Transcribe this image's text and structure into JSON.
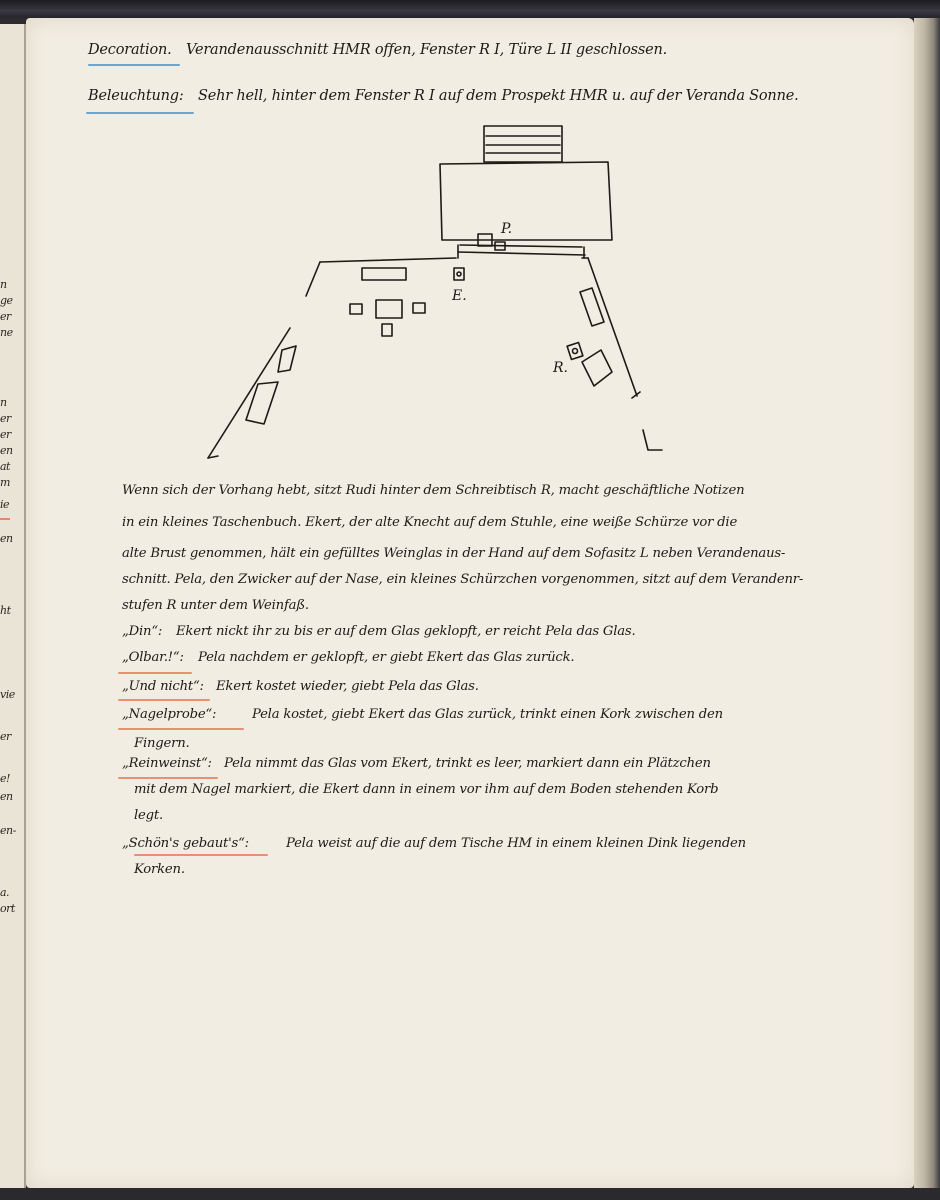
{
  "header": {
    "decoration_label": "Decoration.",
    "decoration_text": "Verandenausschnitt HMR offen, Fenster R I, Türe L II geschlossen.",
    "lighting_label": "Beleuchtung:",
    "lighting_text": "Sehr hell, hinter dem Fenster R I auf dem Prospekt HMR u. auf der Veranda Sonne."
  },
  "sketch": {
    "label_p": "P.",
    "label_e": "E.",
    "label_r": "R."
  },
  "body": {
    "lines": [
      "Wenn sich der Vorhang hebt, sitzt Rudi hinter dem Schreibtisch R, macht geschäftliche Notizen",
      "in ein kleines Taschenbuch. Ekert, der alte Knecht auf dem Stuhle, eine weiße Schürze vor die",
      "alte Brust genommen, hält ein gefülltes Weinglas in der Hand auf dem Sofasitz L neben Verandenaus-",
      "schnitt. Pela, den Zwicker auf der Nase, ein kleines Schürzchen vorgenommen, sitzt auf dem Verandenr-",
      "stufen R unter dem Weinfaß."
    ],
    "cues": [
      {
        "cue": "„Din“:",
        "text": "Ekert nickt ihr zu bis er auf dem Glas geklopft, er reicht Pela das Glas."
      },
      {
        "cue": "„Olbar.!“:",
        "text": "Pela nachdem er geklopft, er giebt Ekert das Glas zurück."
      },
      {
        "cue": "„Und nicht“:",
        "text": "Ekert kostet wieder, giebt Pela das Glas."
      },
      {
        "cue": "„Nagelprobe“:",
        "text": "Pela kostet, giebt Ekert das Glas zurück, trinkt einen Kork zwischen den",
        "cont": "Fingern."
      },
      {
        "cue": "„Reinweinst“:",
        "text": "Pela nimmt das Glas vom Ekert, trinkt es leer, markiert dann ein Plätzchen",
        "cont": "mit dem Nagel markiert, die Ekert dann in einem vor ihm auf dem Boden stehenden Korb",
        "cont2": "legt."
      },
      {
        "cue": "„Schön's gebaut's“:",
        "text": "Pela weist auf die auf dem Tische HM in einem kleinen Dink liegenden",
        "cont": "Korken."
      }
    ]
  },
  "left_page_fragments": [
    "n",
    "ge",
    "er",
    "ne",
    "n",
    "er",
    "er",
    "en",
    "at",
    "m",
    "ie",
    "en",
    "ht",
    "vie",
    "er",
    "e!",
    "en",
    "en-",
    "a.",
    "ort"
  ],
  "colors": {
    "ink": "#1d1a18",
    "paper": "#f2ede2",
    "blue_pencil": "#6aa6cf",
    "red_pencil": "#e99072",
    "olive_ink": "#8a8a3a"
  }
}
